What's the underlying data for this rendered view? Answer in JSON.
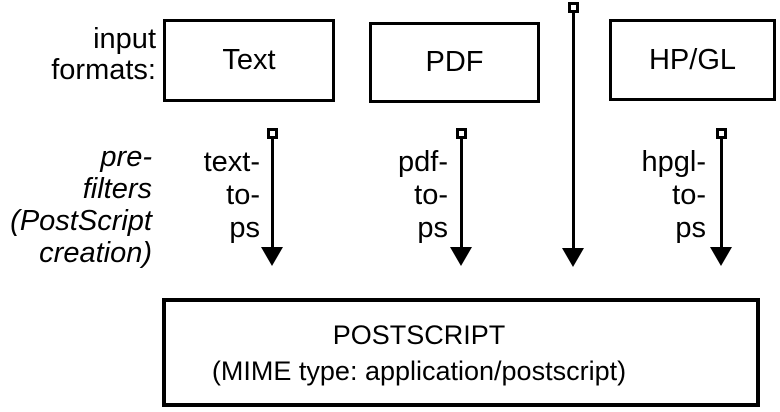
{
  "row_labels": {
    "input_formats": "input\nformats:",
    "prefilters": "pre-\nfilters\n(PostScript\ncreation)"
  },
  "format_boxes": [
    {
      "label": "Text",
      "filter_label": "text-\nto-\nps"
    },
    {
      "label": "PDF",
      "filter_label": "pdf-\nto-\nps"
    },
    {
      "label": "HP/GL",
      "filter_label": "hpgl-\nto-\nps"
    }
  ],
  "output_box": {
    "title": "POSTSCRIPT",
    "subtitle": "(MIME type: application/postscript)"
  },
  "icons": {
    "arrow_tail": "open-square-marker",
    "arrow_head": "solid-down-triangle"
  },
  "colors": {
    "foreground": "#000000",
    "background": "#ffffff"
  }
}
